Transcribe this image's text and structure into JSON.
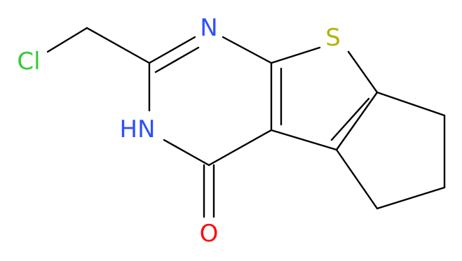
{
  "molecule": {
    "atoms": {
      "cl": {
        "symbol": "Cl",
        "color": "#33cc33"
      },
      "n_top": {
        "symbol": "N",
        "color": "#3050f8"
      },
      "nh": {
        "symbol": "HN",
        "color": "#3050f8"
      },
      "s": {
        "symbol": "S",
        "color": "#b3b300"
      },
      "o": {
        "symbol": "O",
        "color": "#ff0d0d"
      }
    },
    "bond_color": "#000000"
  }
}
